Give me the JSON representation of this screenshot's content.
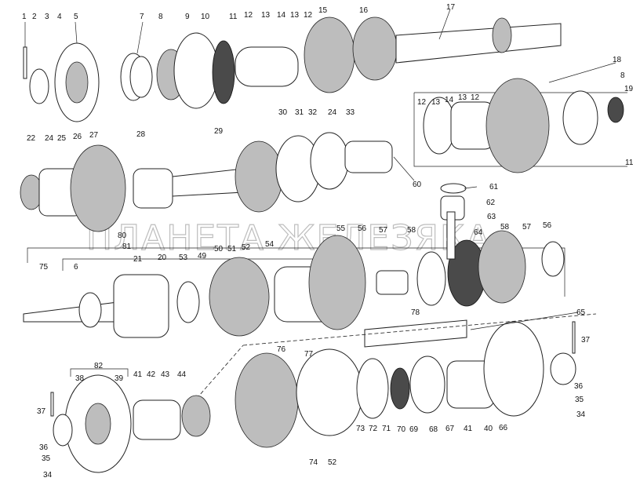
{
  "watermark": "ПЛАНЕТА ЖЕЛЕЗЯКА",
  "callouts": {
    "c1": "1",
    "c2": "2",
    "c3": "3",
    "c4": "4",
    "c5": "5",
    "c7": "7",
    "c8": "8",
    "c9": "9",
    "c10": "10",
    "c11": "11",
    "c12a": "12",
    "c13a": "13",
    "c14a": "14",
    "c13b": "13",
    "c12b": "12",
    "c15": "15",
    "c16": "16",
    "c17": "17",
    "c18": "18",
    "c8b": "8",
    "c19": "19",
    "c12c": "12",
    "c13c": "13",
    "c14c": "14",
    "c13d": "13",
    "c12d": "12",
    "c11b": "11",
    "c22": "22",
    "c24": "24",
    "c25": "25",
    "c26": "26",
    "c27": "27",
    "c28": "28",
    "c29": "29",
    "c30": "30",
    "c31": "31",
    "c32": "32",
    "c24b": "24",
    "c33": "33",
    "c60": "60",
    "c61": "61",
    "c62": "62",
    "c63": "63",
    "c80": "80",
    "c81": "81",
    "c55": "55",
    "c56": "56",
    "c57": "57",
    "c58": "58",
    "c64": "64",
    "c58b": "58",
    "c57b": "57",
    "c56b": "56",
    "c75": "75",
    "c6": "6",
    "c21": "21",
    "c20": "20",
    "c53": "53",
    "c49": "49",
    "c50": "50",
    "c51": "51",
    "c52": "52",
    "c54": "54",
    "c78": "78",
    "c65": "65",
    "c76": "76",
    "c77": "77",
    "c37": "37",
    "c82": "82",
    "c38": "38",
    "c39": "39",
    "c41": "41",
    "c42": "42",
    "c43": "43",
    "c44": "44",
    "c37b": "37",
    "c36": "36",
    "c35": "35",
    "c34": "34",
    "c74": "74",
    "c52b": "52",
    "c73": "73",
    "c72": "72",
    "c71": "71",
    "c70": "70",
    "c69": "69",
    "c68": "68",
    "c67": "67",
    "c41b": "41",
    "c40": "40",
    "c66": "66",
    "c36b": "36",
    "c35b": "35",
    "c34b": "34"
  }
}
